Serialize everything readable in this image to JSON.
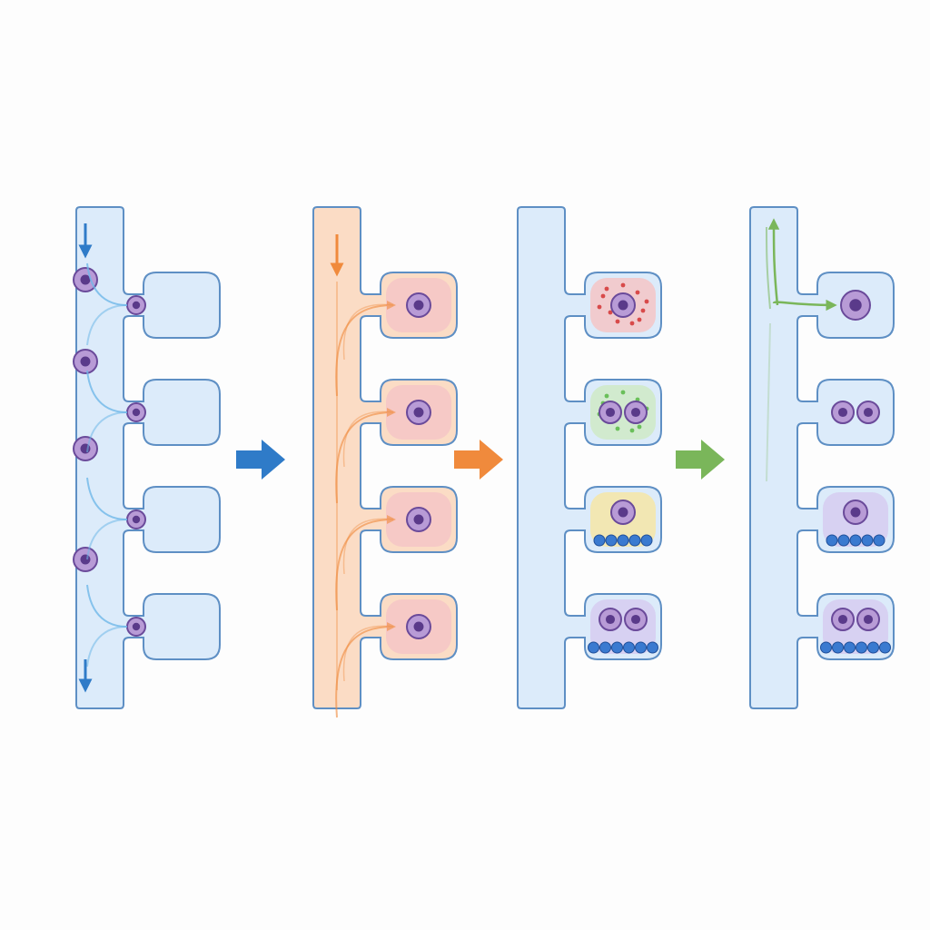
{
  "colors": {
    "background": "#fdfdfd",
    "channel_fill": "#dcebfa",
    "channel_stroke": "#5e8fc4",
    "channel_fill_stimulated": "#fbdcc5",
    "cell_fill": "#b89bd6",
    "cell_stroke": "#6a4a9a",
    "cell_nucleus": "#5a3a8a",
    "flow_blue": "#2f7bc8",
    "flow_orange": "#f08a3c",
    "flow_green": "#7ab65a",
    "secretion_red": "#d84a4a",
    "secretion_green": "#6abf5a",
    "bead_blue": "#3a7ad0",
    "glow_pink": "#f5c6c6",
    "glow_green": "#cfeac5",
    "glow_yellow": "#f6e6a6",
    "glow_lavender": "#d6ccf0"
  },
  "panels": [
    {
      "id": "loading",
      "icons": [
        "down-arrow-icon",
        "down-arrow-icon"
      ],
      "flow_color": "flow_blue",
      "stimulated": false,
      "chambers": [
        {
          "cells": 1,
          "glow": null,
          "secretion": null,
          "beads": 0
        },
        {
          "cells": 1,
          "glow": null,
          "secretion": null,
          "beads": 0
        },
        {
          "cells": 1,
          "glow": null,
          "secretion": null,
          "beads": 0
        },
        {
          "cells": 1,
          "glow": null,
          "secretion": null,
          "beads": 0
        }
      ]
    },
    {
      "id": "stimulation",
      "icons": [
        "down-arrow-icon"
      ],
      "flow_color": "flow_orange",
      "stimulated": true,
      "chambers": [
        {
          "cells": 1,
          "glow": "glow_pink",
          "secretion": null,
          "beads": 0
        },
        {
          "cells": 1,
          "glow": "glow_pink",
          "secretion": null,
          "beads": 0
        },
        {
          "cells": 1,
          "glow": "glow_pink",
          "secretion": null,
          "beads": 0
        },
        {
          "cells": 1,
          "glow": "glow_pink",
          "secretion": null,
          "beads": 0
        }
      ]
    },
    {
      "id": "readout",
      "icons": [],
      "flow_color": null,
      "stimulated": false,
      "chambers": [
        {
          "cells": 1,
          "glow": "glow_pink",
          "secretion": "secretion_red",
          "beads": 0
        },
        {
          "cells": 2,
          "glow": "glow_green",
          "secretion": "secretion_green",
          "beads": 0
        },
        {
          "cells": 1,
          "glow": "glow_yellow",
          "secretion": null,
          "beads": 5
        },
        {
          "cells": 2,
          "glow": "glow_lavender",
          "secretion": null,
          "beads": 6
        }
      ]
    },
    {
      "id": "export",
      "icons": [
        "up-arrow-icon"
      ],
      "flow_color": "flow_green",
      "stimulated": false,
      "chambers": [
        {
          "cells": 1,
          "glow": null,
          "secretion": null,
          "beads": 0
        },
        {
          "cells": 2,
          "glow": null,
          "secretion": null,
          "beads": 0
        },
        {
          "cells": 1,
          "glow": "glow_lavender",
          "secretion": null,
          "beads": 5
        },
        {
          "cells": 2,
          "glow": "glow_lavender",
          "secretion": null,
          "beads": 6
        }
      ]
    }
  ],
  "transitions": [
    {
      "icon": "right-arrow-icon",
      "color": "flow_blue"
    },
    {
      "icon": "right-arrow-icon",
      "color": "flow_orange"
    },
    {
      "icon": "right-arrow-icon",
      "color": "flow_green"
    }
  ]
}
